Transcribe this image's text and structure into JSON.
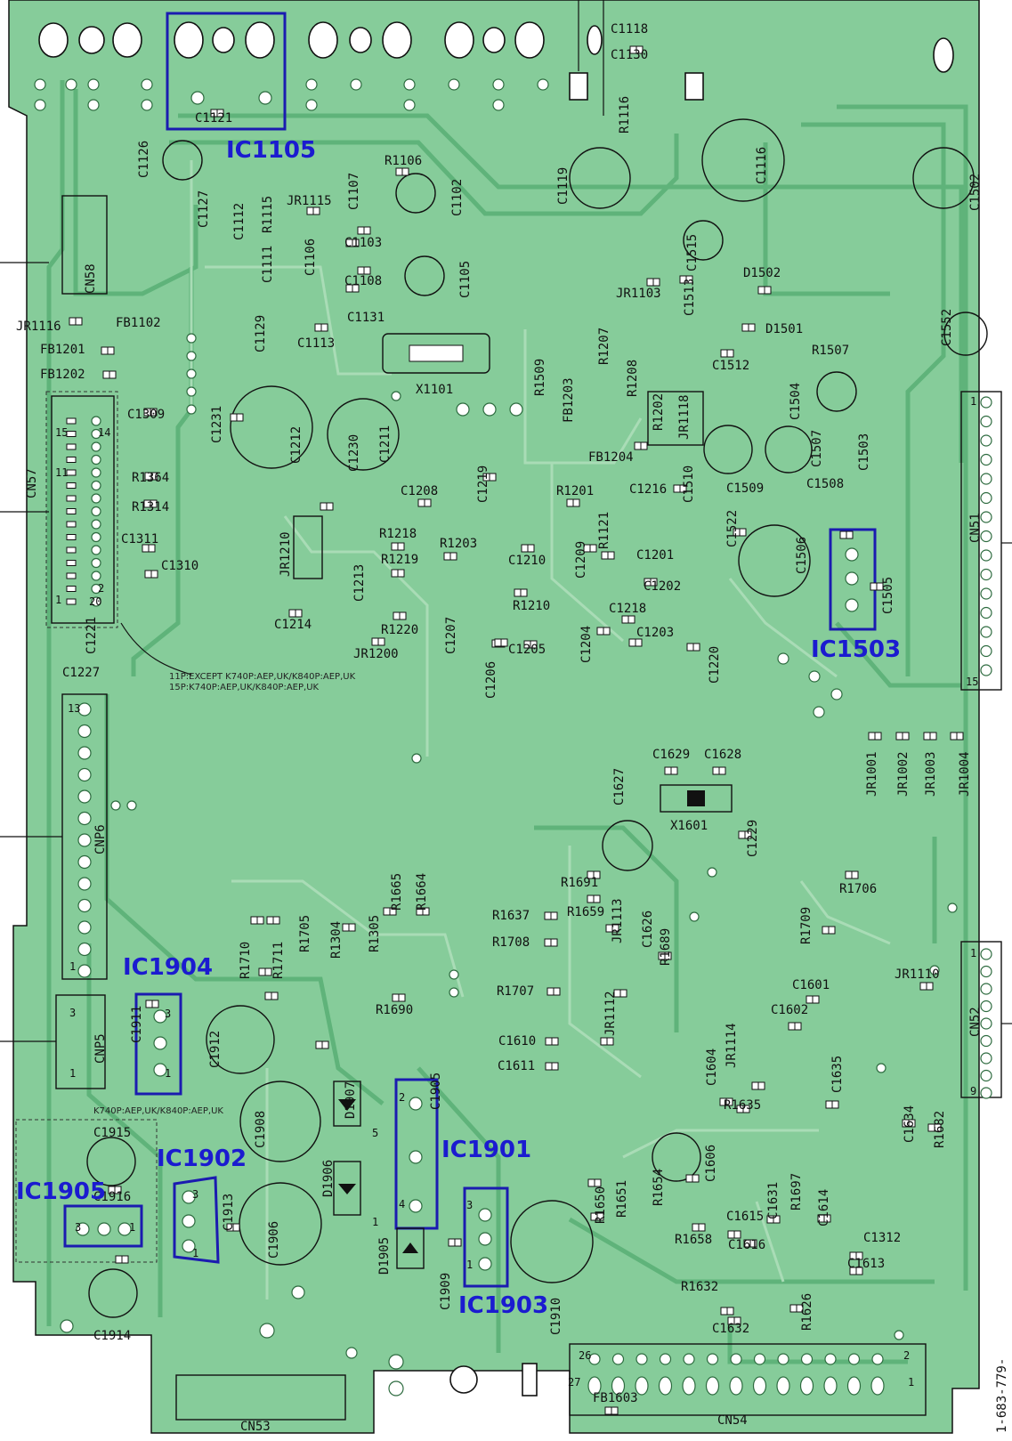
{
  "ic_labels": [
    "IC1105",
    "IC1503",
    "IC1904",
    "IC1902",
    "IC1905",
    "IC1901",
    "IC1903"
  ],
  "connector_labels": [
    "CN58",
    "CN57",
    "CNP6",
    "CNP5",
    "CN53",
    "CN54",
    "CN51",
    "CN52"
  ],
  "notes": {
    "cn57_line1": "11P:EXCEPT K740P:AEP,UK/K840P:AEP,UK",
    "cn57_line2": "15P:K740P:AEP,UK/K840P:AEP,UK",
    "ic1905_note": "K740P:AEP,UK/K840P:AEP,UK",
    "part_number": "1-683-779-"
  },
  "ref_labels_h": [
    {
      "t": "C1118"
    },
    {
      "t": "C1130"
    },
    {
      "t": "C1121"
    },
    {
      "t": "R1106"
    },
    {
      "t": "JR1115"
    },
    {
      "t": "C1103"
    },
    {
      "t": "C1108"
    },
    {
      "t": "C1131"
    },
    {
      "t": "C1113"
    },
    {
      "t": "JR1116"
    },
    {
      "t": "FB1102"
    },
    {
      "t": "FB1201"
    },
    {
      "t": "FB1202"
    },
    {
      "t": "X1101"
    },
    {
      "t": "C1309"
    },
    {
      "t": "R1364"
    },
    {
      "t": "R1314"
    },
    {
      "t": "C1311"
    },
    {
      "t": "C1310"
    },
    {
      "t": "C1208"
    },
    {
      "t": "R1218"
    },
    {
      "t": "R1219"
    },
    {
      "t": "R1203"
    },
    {
      "t": "C1210"
    },
    {
      "t": "R1210"
    },
    {
      "t": "C1214"
    },
    {
      "t": "R1220"
    },
    {
      "t": "JR1200"
    },
    {
      "t": "C1205"
    },
    {
      "t": "R1201"
    },
    {
      "t": "C1201"
    },
    {
      "t": "C1202"
    },
    {
      "t": "C1218"
    },
    {
      "t": "C1203"
    },
    {
      "t": "FB1204"
    },
    {
      "t": "C1216"
    },
    {
      "t": "JR1103"
    },
    {
      "t": "D1502"
    },
    {
      "t": "D1501"
    },
    {
      "t": "C1512"
    },
    {
      "t": "R1507"
    },
    {
      "t": "C1509"
    },
    {
      "t": "C1508"
    },
    {
      "t": "C1227"
    },
    {
      "t": "C1629"
    },
    {
      "t": "C1628"
    },
    {
      "t": "X1601"
    },
    {
      "t": "R1691"
    },
    {
      "t": "R1659"
    },
    {
      "t": "R1637"
    },
    {
      "t": "R1708"
    },
    {
      "t": "R1707"
    },
    {
      "t": "C1610"
    },
    {
      "t": "C1611"
    },
    {
      "t": "R1690"
    },
    {
      "t": "R1706"
    },
    {
      "t": "C1601"
    },
    {
      "t": "C1602"
    },
    {
      "t": "JR1110"
    },
    {
      "t": "R1635"
    },
    {
      "t": "C1615"
    },
    {
      "t": "R1658"
    },
    {
      "t": "C1616"
    },
    {
      "t": "C1613"
    },
    {
      "t": "C1312"
    },
    {
      "t": "R1632"
    },
    {
      "t": "C1632"
    },
    {
      "t": "C1915"
    },
    {
      "t": "C1916"
    },
    {
      "t": "C1914"
    },
    {
      "t": "FB1603"
    }
  ],
  "ref_labels_v": [
    {
      "t": "C1126"
    },
    {
      "t": "C1127"
    },
    {
      "t": "C1112"
    },
    {
      "t": "R1115"
    },
    {
      "t": "C1107"
    },
    {
      "t": "C1102"
    },
    {
      "t": "R1116"
    },
    {
      "t": "C1119"
    },
    {
      "t": "C1116"
    },
    {
      "t": "C1502"
    },
    {
      "t": "C1515"
    },
    {
      "t": "C1513"
    },
    {
      "t": "C1105"
    },
    {
      "t": "C1106"
    },
    {
      "t": "C1111"
    },
    {
      "t": "C1129"
    },
    {
      "t": "C1552"
    },
    {
      "t": "C1231"
    },
    {
      "t": "C1212"
    },
    {
      "t": "C1230"
    },
    {
      "t": "C1211"
    },
    {
      "t": "R1509"
    },
    {
      "t": "FB1203"
    },
    {
      "t": "R1207"
    },
    {
      "t": "R1208"
    },
    {
      "t": "R1202"
    },
    {
      "t": "JR1118"
    },
    {
      "t": "C1504"
    },
    {
      "t": "C1503"
    },
    {
      "t": "C1507"
    },
    {
      "t": "C1510"
    },
    {
      "t": "C1219"
    },
    {
      "t": "JR1210"
    },
    {
      "t": "C1213"
    },
    {
      "t": "C1209"
    },
    {
      "t": "R1121"
    },
    {
      "t": "C1207"
    },
    {
      "t": "C1206"
    },
    {
      "t": "C1204"
    },
    {
      "t": "C1220"
    },
    {
      "t": "C1522"
    },
    {
      "t": "C1506"
    },
    {
      "t": "C1505"
    },
    {
      "t": "C1221"
    },
    {
      "t": "C1627"
    },
    {
      "t": "C1229"
    },
    {
      "t": "JR1001"
    },
    {
      "t": "JR1002"
    },
    {
      "t": "JR1003"
    },
    {
      "t": "JR1004"
    },
    {
      "t": "R1665"
    },
    {
      "t": "R1664"
    },
    {
      "t": "R1710"
    },
    {
      "t": "R1711"
    },
    {
      "t": "R1705"
    },
    {
      "t": "R1304"
    },
    {
      "t": "R1305"
    },
    {
      "t": "JR1113"
    },
    {
      "t": "C1626"
    },
    {
      "t": "R1689"
    },
    {
      "t": "JR1112"
    },
    {
      "t": "R1709"
    },
    {
      "t": "C1911"
    },
    {
      "t": "C1912"
    },
    {
      "t": "D1907"
    },
    {
      "t": "C1905"
    },
    {
      "t": "C1908"
    },
    {
      "t": "D1906"
    },
    {
      "t": "D1905"
    },
    {
      "t": "C1906"
    },
    {
      "t": "C1913"
    },
    {
      "t": "C1909"
    },
    {
      "t": "C1910"
    },
    {
      "t": "R1650"
    },
    {
      "t": "R1651"
    },
    {
      "t": "R1654"
    },
    {
      "t": "C1606"
    },
    {
      "t": "C1604"
    },
    {
      "t": "JR1114"
    },
    {
      "t": "C1631"
    },
    {
      "t": "R1697"
    },
    {
      "t": "C1614"
    },
    {
      "t": "C1635"
    },
    {
      "t": "C1634"
    },
    {
      "t": "R1682"
    },
    {
      "t": "R1626"
    }
  ],
  "pin_labels": [
    "15",
    "14",
    "11",
    "2",
    "1",
    "20",
    "13",
    "1",
    "3",
    "1",
    "3",
    "1",
    "3",
    "1",
    "3",
    "1",
    "2",
    "4",
    "5",
    "1",
    "3",
    "1",
    "1",
    "15",
    "1",
    "9",
    "26",
    "27",
    "2",
    "1"
  ]
}
